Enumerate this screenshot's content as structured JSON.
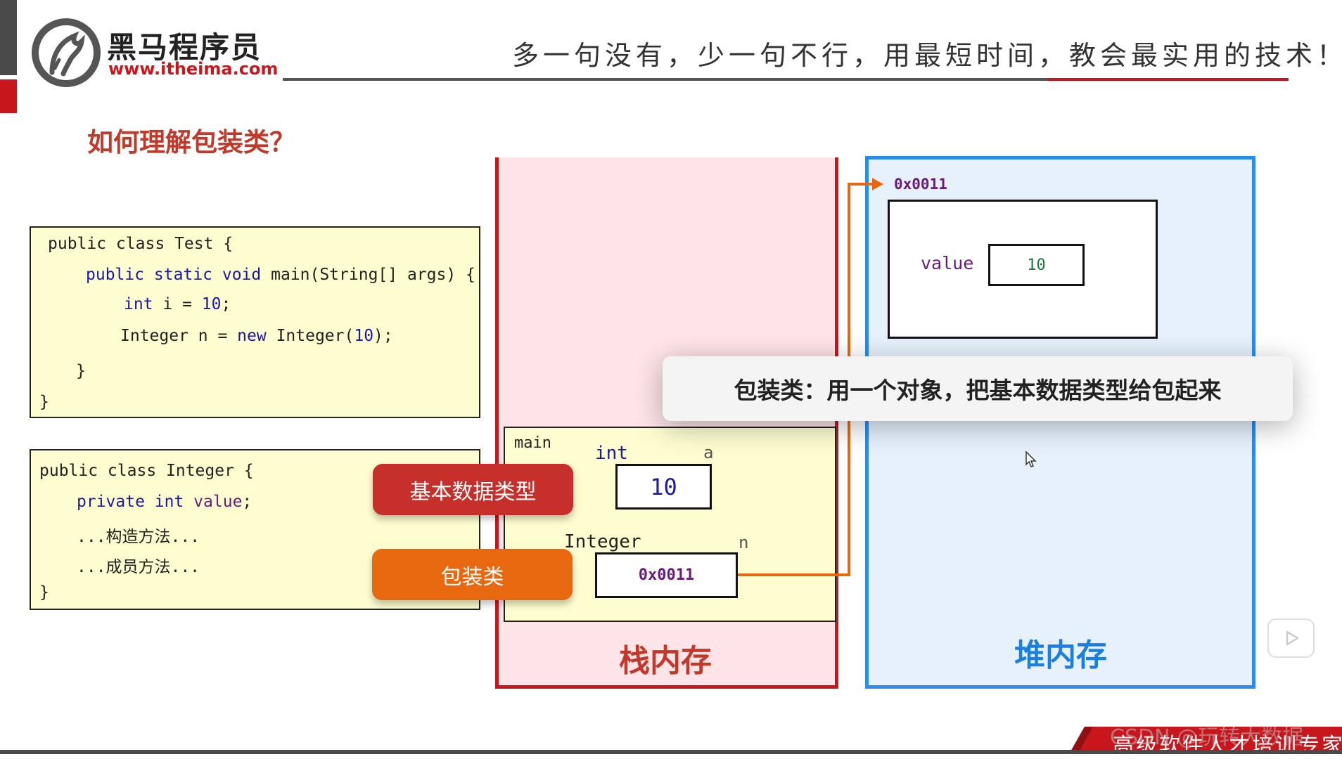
{
  "header": {
    "brand_name": "黑马程序员",
    "brand_url": "www.itheima.com",
    "slogan": "多一句没有，少一句不行，用最短时间，教会最实用的技术！"
  },
  "title": "如何理解包装类？",
  "code_test": {
    "line1": "public class Test {",
    "line2_kw": "public static void",
    "line2_rest": " main(String[] args) {",
    "line3_kw": "int",
    "line3_mid": " i = ",
    "line3_num": "10",
    "line3_end": ";",
    "line4_a": "Integer n = ",
    "line4_kw": "new",
    "line4_b": " Integer(",
    "line4_num": "10",
    "line4_end": ");",
    "line5": "}",
    "line6": "}"
  },
  "code_integer": {
    "line1_kw": "public class",
    "line1_rest": " Integer {",
    "line2_kw": "private int",
    "line2_id": " value",
    "line2_end": ";",
    "line3": "...构造方法...",
    "line4": "...成员方法...",
    "line5": "}"
  },
  "stack": {
    "label": "栈内存",
    "frame_name": "main",
    "int_type": "int",
    "int_var": "a",
    "int_value": "10",
    "ref_type": "Integer",
    "ref_var": "n",
    "ref_value": "0x0011"
  },
  "heap": {
    "label": "堆内存",
    "address": "0x0011",
    "field_name": "value",
    "field_value": "10"
  },
  "pills": {
    "primitive": "基本数据类型",
    "wrapper": "包装类"
  },
  "tooltip": "包装类：用一个对象，把基本数据类型给包起来",
  "footer": "高级软件人才培训专家",
  "watermark": "CSDN @玩转大数据",
  "icons": [
    "horse-logo-icon",
    "play-icon",
    "cursor-icon",
    "arrow-right-icon"
  ],
  "colors": {
    "brand_red": "#c8161d",
    "stack_bg": "#fde4e6",
    "heap_border": "#2d8bec",
    "code_bg": "#fdfdd0",
    "wrapper_orange": "#e8680f",
    "primitive_red": "#c62f2a"
  }
}
